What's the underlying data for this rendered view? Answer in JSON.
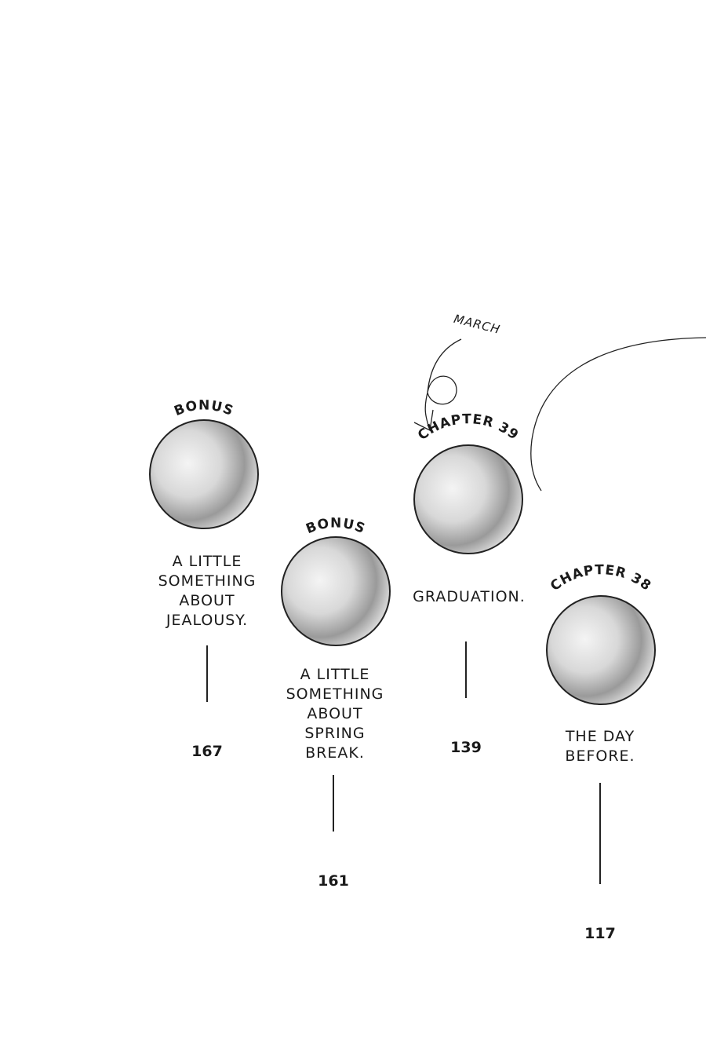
{
  "annotation": "MARCH",
  "entries": [
    {
      "label": "BONUS",
      "title": "A LITTLE\nSOMETHING\nABOUT\nJEALOUSY.",
      "page": "167"
    },
    {
      "label": "BONUS",
      "title": "A LITTLE\nSOMETHING\nABOUT\nSPRING\nBREAK.",
      "page": "161"
    },
    {
      "label": "CHAPTER 39",
      "title": "GRADUATION.",
      "page": "139"
    },
    {
      "label": "CHAPTER 38",
      "title": "THE DAY\nBEFORE.",
      "page": "117"
    }
  ]
}
